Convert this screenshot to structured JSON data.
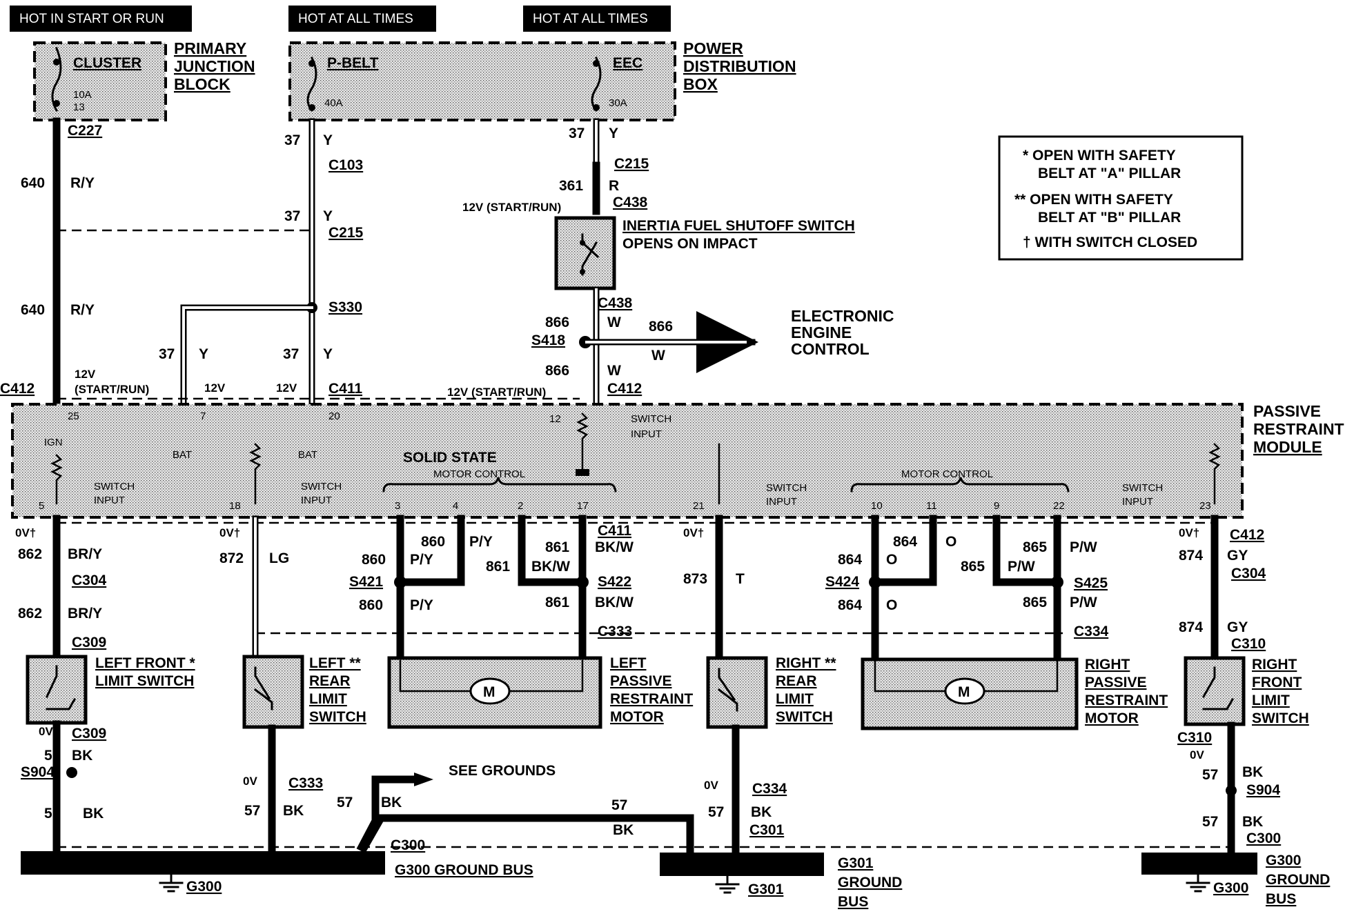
{
  "headers": {
    "hot_start_run": "HOT IN START OR RUN",
    "hot_all_times_1": "HOT AT ALL TIMES",
    "hot_all_times_2": "HOT AT ALL TIMES"
  },
  "boxes": {
    "pjb_fuse_name": "CLUSTER",
    "pjb_fuse_amp": "10A",
    "pjb_fuse_num": "13",
    "pjb_l1": "PRIMARY",
    "pjb_l2": "JUNCTION",
    "pjb_l3": "BLOCK",
    "pdb_fuse1_name": "P-BELT",
    "pdb_fuse1_amp": "40A",
    "pdb_fuse2_name": "EEC",
    "pdb_fuse2_amp": "30A",
    "pdb_l1": "POWER",
    "pdb_l2": "DISTRIBUTION",
    "pdb_l3": "BOX"
  },
  "legend": {
    "l1a": "* OPEN WITH SAFETY",
    "l1b": "BELT AT \"A\" PILLAR",
    "l2a": "** OPEN WITH SAFETY",
    "l2b": "BELT AT \"B\" PILLAR",
    "l3": "† WITH SWITCH CLOSED"
  },
  "inertia": {
    "title": "INERTIA FUEL SHUTOFF SWITCH",
    "sub": "OPENS ON IMPACT",
    "eec1": "ELECTRONIC",
    "eec2": "ENGINE",
    "eec3": "CONTROL"
  },
  "module": {
    "n1": "PASSIVE",
    "n2": "RESTRAINT",
    "n3": "MODULE",
    "solid_state": "SOLID STATE",
    "motor_control": "MOTOR CONTROL",
    "switch": "SWITCH",
    "input": "INPUT",
    "ign": "IGN",
    "bat": "BAT",
    "v12": "12V",
    "v12sr": "12V (START/RUN)",
    "start_run": "(START/RUN)",
    "pins": {
      "p25": "25",
      "p7": "7",
      "p20": "20",
      "p12": "12",
      "p5": "5",
      "p18": "18",
      "p3": "3",
      "p4": "4",
      "p2": "2",
      "p17": "17",
      "p21": "21",
      "p10": "10",
      "p11": "11",
      "p9": "9",
      "p22": "22",
      "p23": "23"
    }
  },
  "conn": {
    "C227": "C227",
    "C103": "C103",
    "C215": "C215",
    "C438": "C438",
    "C412": "C412",
    "C411": "C411",
    "S330": "S330",
    "S418": "S418",
    "C304": "C304",
    "C309": "C309",
    "S421": "S421",
    "S422": "S422",
    "C333": "C333",
    "S424": "S424",
    "S425": "S425",
    "C334": "C334",
    "C310": "C310",
    "S904": "S904",
    "C300": "C300",
    "C301": "C301"
  },
  "wires": {
    "n640": "640",
    "cRY": "R/Y",
    "n37": "37",
    "cY": "Y",
    "n361": "361",
    "cR": "R",
    "n866": "866",
    "cW": "W",
    "n862": "862",
    "cBRY": "BR/Y",
    "n872": "872",
    "cLG": "LG",
    "n860": "860",
    "cPY": "P/Y",
    "n861": "861",
    "cBKW": "BK/W",
    "n873": "873",
    "cT": "T",
    "n864": "864",
    "cO": "O",
    "n865": "865",
    "cPW": "P/W",
    "n874": "874",
    "cGY": "GY",
    "n57": "57",
    "cBK": "BK",
    "v0": "0V",
    "v0t": "0V†"
  },
  "components": {
    "lf1": "LEFT FRONT *",
    "lf2": "LIMIT SWITCH",
    "lr1": "LEFT **",
    "lr2": "REAR",
    "lr3": "LIMIT",
    "lr4": "SWITCH",
    "lm1": "LEFT",
    "lm2": "PASSIVE",
    "lm3": "RESTRAINT",
    "lm4": "MOTOR",
    "rr1": "RIGHT **",
    "rr2": "REAR",
    "rr3": "LIMIT",
    "rr4": "SWITCH",
    "rm1": "RIGHT",
    "rm2": "PASSIVE",
    "rm3": "RESTRAINT",
    "rm4": "MOTOR",
    "rf1": "RIGHT",
    "rf2": "FRONT",
    "rf3": "LIMIT",
    "rf4": "SWITCH",
    "motor": "M"
  },
  "grounds": {
    "see": "SEE GROUNDS",
    "g300": "G300",
    "g300bus": "G300 GROUND BUS",
    "g301": "G301",
    "ground": "GROUND",
    "bus": "BUS"
  }
}
